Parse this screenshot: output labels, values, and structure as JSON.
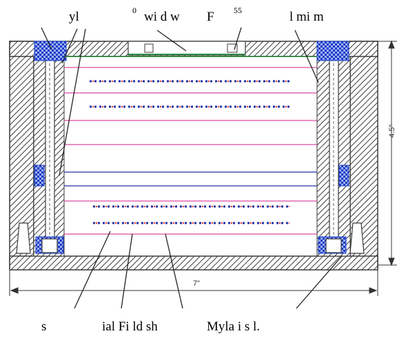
{
  "labels": {
    "top": {
      "t1": "yl",
      "t2_sup": "0",
      "t2": "wi d w",
      "t3": "F",
      "t3_sup": "55",
      "t4": "l mi  m"
    },
    "bottom": {
      "b1": "s",
      "b2": "ial  Fi ld sh",
      "b3": "Myla  i s l."
    },
    "dims": {
      "height": "4.5\"",
      "width": "7\""
    }
  },
  "colors": {
    "hatch": "#3a3a3a",
    "wall": "#4a4a4a",
    "blue": "#1a3cc8",
    "pink": "#d94aa0",
    "green": "#2a8a3a",
    "red": "#e03030",
    "navy": "#2030a0"
  }
}
